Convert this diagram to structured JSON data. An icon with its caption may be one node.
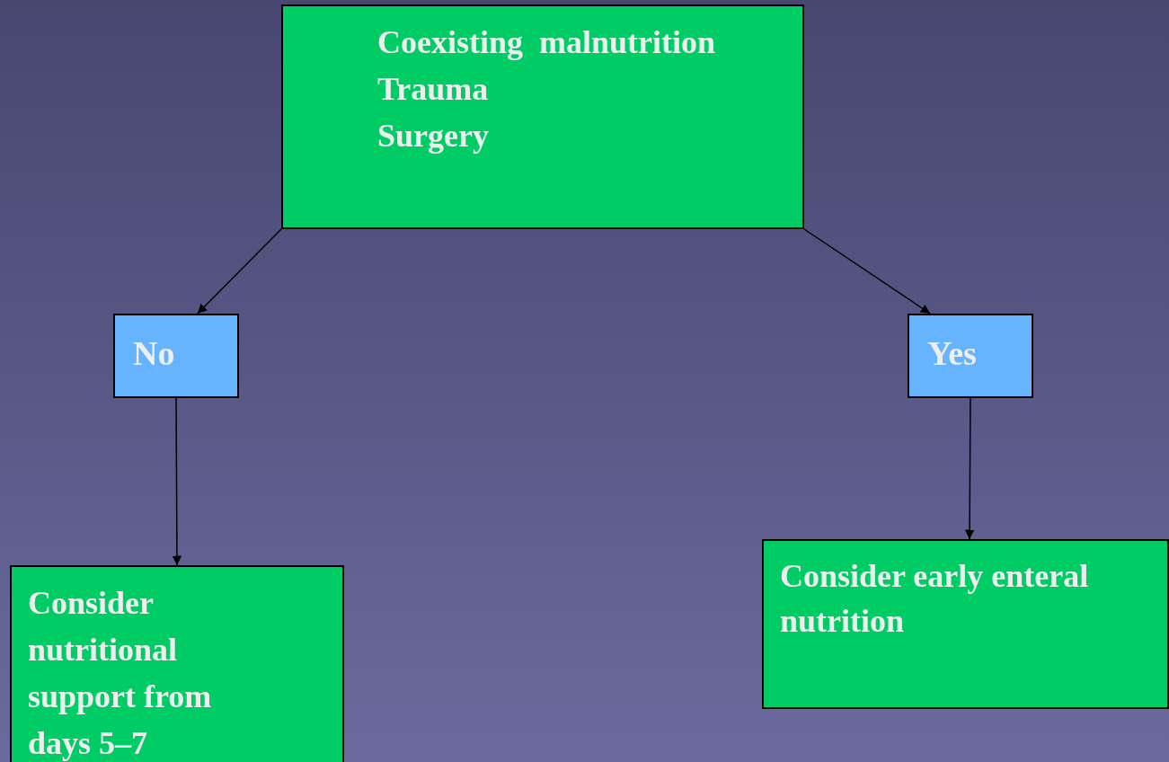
{
  "diagram": {
    "nodes": [
      {
        "text": [
          "Coexisting  malnutrition",
          "Trauma",
          "Surgery"
        ]
      },
      {
        "text": [
          "No"
        ]
      },
      {
        "text": [
          "Yes"
        ]
      },
      {
        "text": [
          "Consider nutritional support from days 5–7"
        ]
      },
      {
        "text": [
          "Consider early enteral nutrition"
        ]
      }
    ],
    "edges": [
      {
        "from": 0,
        "to": 1,
        "arrow": "to"
      },
      {
        "from": 0,
        "to": 2,
        "arrow": "to"
      },
      {
        "from": 1,
        "to": 3,
        "arrow": "to"
      },
      {
        "from": 2,
        "to": 4,
        "arrow": "to"
      }
    ]
  }
}
